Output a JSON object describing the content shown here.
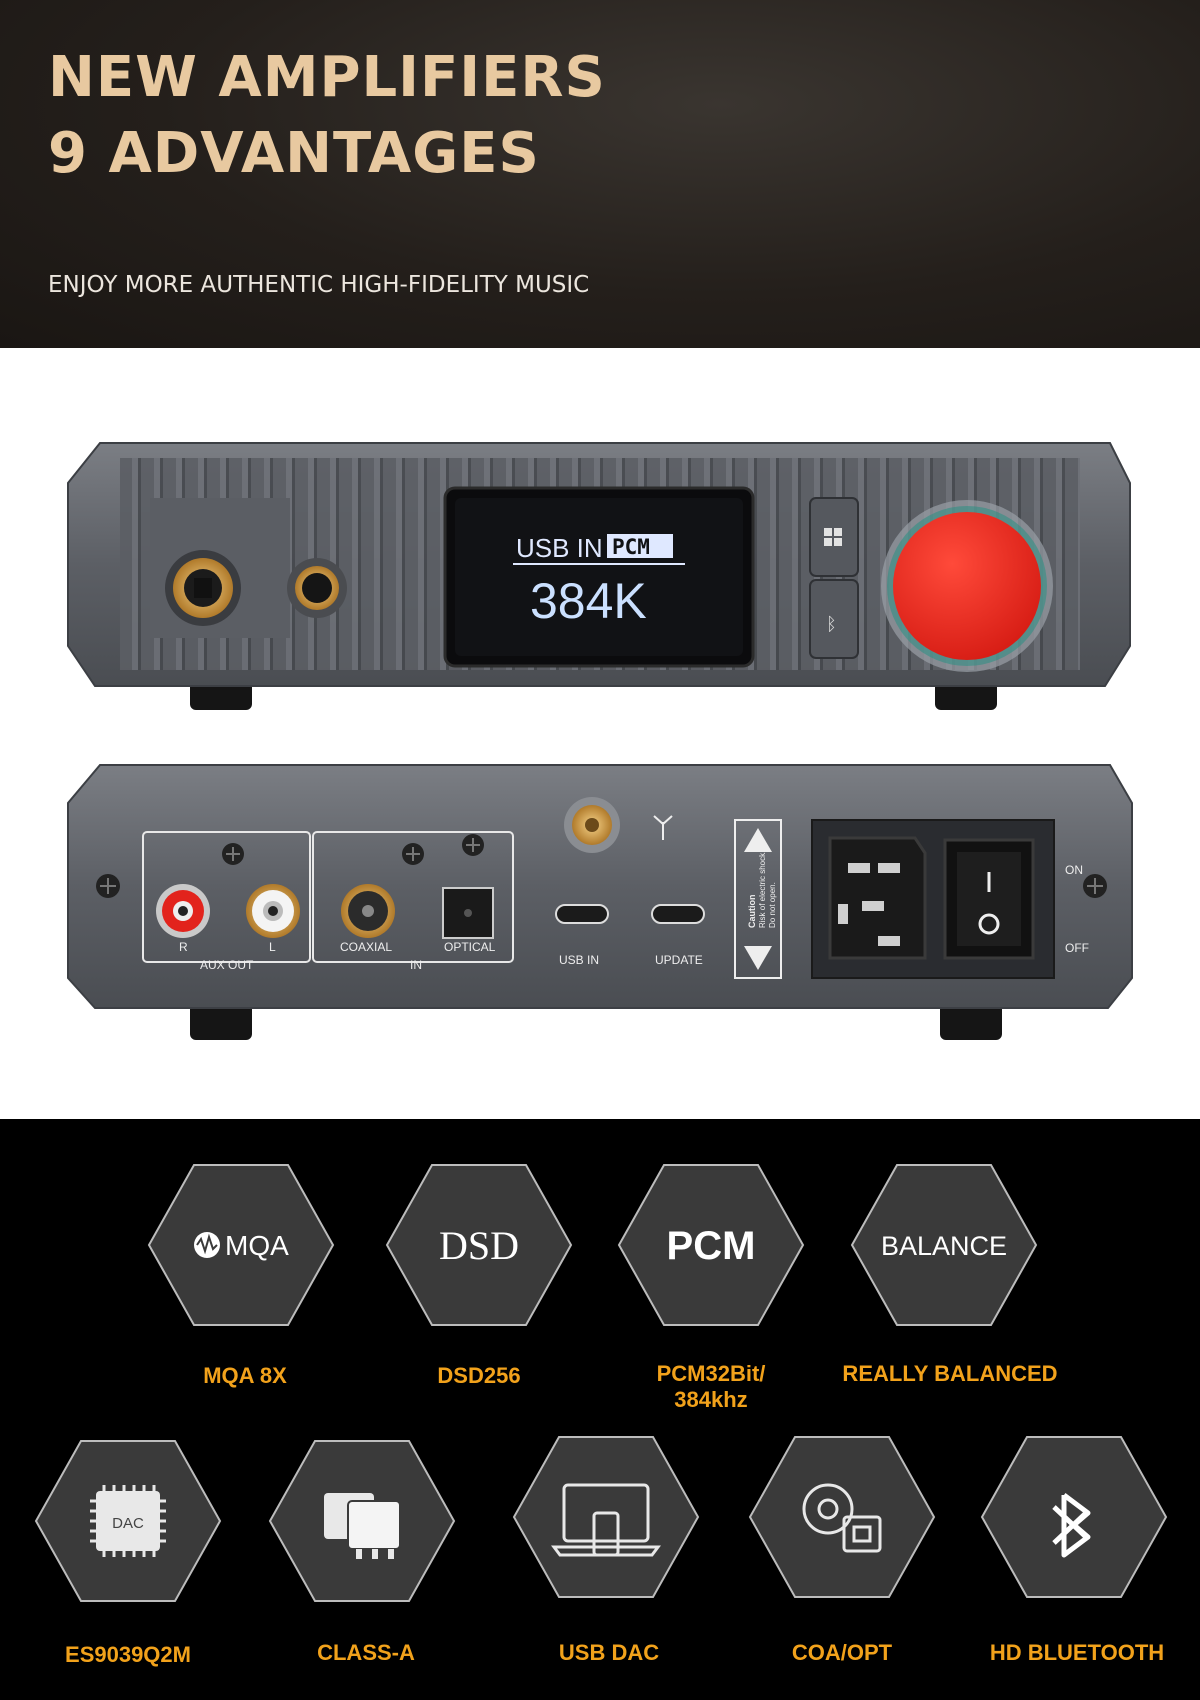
{
  "hero": {
    "title_line1": "NEW  AMPLIFIERS",
    "title_line2": "9 ADVANTAGES",
    "subtitle": "ENJOY MORE AUTHENTIC HIGH-FIDELITY MUSIC"
  },
  "front_panel": {
    "display_source": "USB IN",
    "display_badge": "PCM",
    "display_rate": "384K",
    "knob_color": "#e8251f"
  },
  "rear_panel": {
    "r_label": "R",
    "l_label": "L",
    "aux_out_label": "AUX OUT",
    "coaxial_label": "COAXIAL",
    "optical_label": "OPTICAL",
    "in_label": "IN",
    "usb_in_label": "USB IN",
    "update_label": "UPDATE",
    "on_label": "ON",
    "off_label": "OFF",
    "caution_line1": "Caution",
    "caution_line2": "Risk of electric shock.",
    "caution_line3": "Do not open."
  },
  "features": [
    {
      "icon_text": "MQA",
      "label": "MQA 8X",
      "icon": "mqa-logo-icon"
    },
    {
      "icon_text": "DSD",
      "label": "DSD256",
      "icon": "dsd-logo-icon"
    },
    {
      "icon_text": "PCM",
      "label": "PCM32Bit/ 384khz",
      "icon": "pcm-logo-icon"
    },
    {
      "icon_text": "BALANCE",
      "label": "REALLY BALANCED",
      "icon": "balance-logo-icon"
    },
    {
      "icon_text": "DAC",
      "label": "ES9039Q2M",
      "icon": "dac-chip-icon"
    },
    {
      "icon_text": "",
      "label": "CLASS-A",
      "icon": "amplifier-module-icon"
    },
    {
      "icon_text": "",
      "label": "USB DAC",
      "icon": "laptop-usb-icon"
    },
    {
      "icon_text": "",
      "label": "COA/OPT",
      "icon": "coax-optical-icon"
    },
    {
      "icon_text": "",
      "label": "HD BLUETOOTH",
      "icon": "bluetooth-icon"
    }
  ],
  "colors": {
    "accent": "#f2a21b",
    "hero_title": "#e8c9a0",
    "chassis": "#5a5d63"
  }
}
